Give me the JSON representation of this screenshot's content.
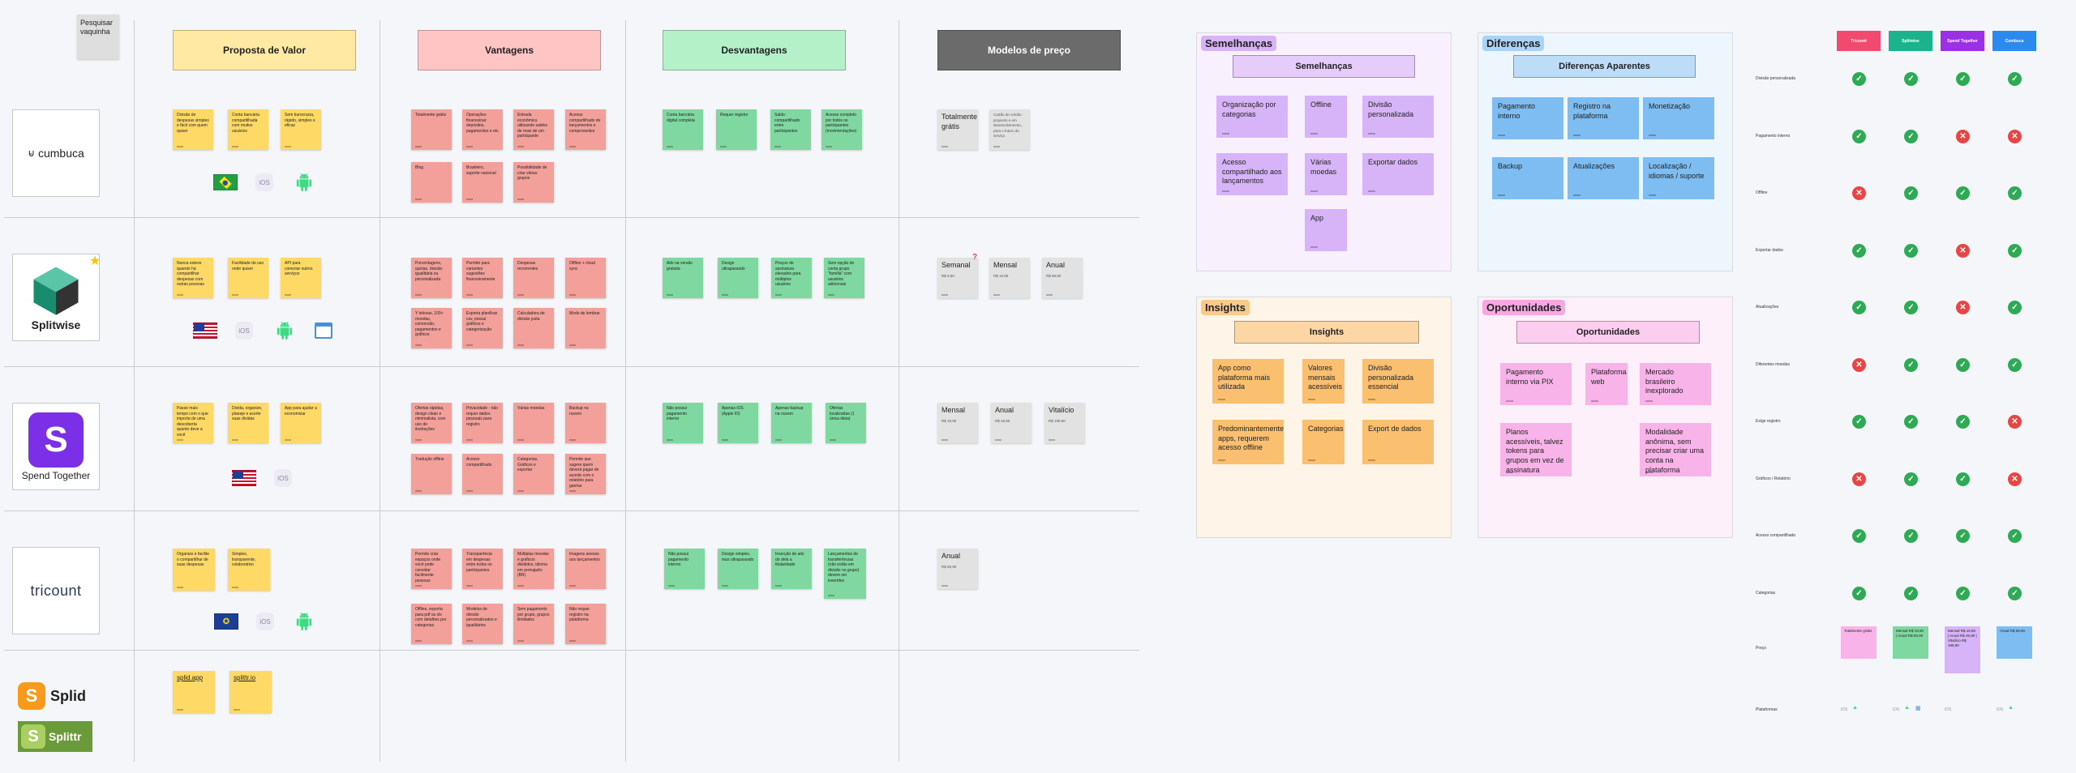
{
  "search_note": "Pesquisar vaquinha",
  "columns": [
    "Proposta de Valor",
    "Vantagens",
    "Desvantagens",
    "Modelos de preço"
  ],
  "colors": {
    "value": "#ffe9a3",
    "pros": "#ffc4c4",
    "cons": "#b4f1c8",
    "price": "#6b6b6b"
  },
  "apps": {
    "cumbuca": {
      "name": "cumbuca",
      "value": [
        "Divisão de despesas simples e fácil com quem quiser",
        "Conta bancária compartilhada com muitos usuários",
        "Sem burocracia, rápido, simples e eficaz"
      ],
      "pros": [
        "Totalmente grátis",
        "Operações financeiras: depósitos, pagamentos e etc",
        "Entrada econômica utilizando saldos de mais de um participante",
        "Acesso compartilhado de lançamentos e comprovantes",
        "Blog",
        "Brasileiro, suporte nacional",
        "Possibilidade de criar várias grupos"
      ],
      "cons": [
        "Conta bancária digital completa",
        "Requer registro",
        "Saldo compartilhado entre participantes",
        "Acesso completo por todos os participantes (movimentações)"
      ],
      "price": [
        {
          "title": "Totalmente grátis",
          "val": ""
        },
        {
          "title": "",
          "val": "Cartão de crédito proposto e em desenvolvimento, para o futuro do serviço"
        }
      ]
    },
    "splitwise": {
      "name": "Splitwise",
      "value": [
        "Nunca esteve quando há compartilhar despesas com outras pessoas",
        "Facilidade de uso onde quiser",
        "API para conectar outros serviços"
      ],
      "pros": [
        "Porcentagens, quotas, divisão igualitária ou personalizada",
        "Permite para variantes sugestões financeiramente",
        "Despesas recorrentes",
        "Offline + cloud sync",
        "Y telesas, 100+ moedas, conversão, pagamentos e gráficos",
        "Exporta planilhas csv, possui gráficos e categorização",
        "Calculadora de divisão justa",
        "Modo de lembrar"
      ],
      "cons": [
        "Ads na versão gratuita",
        "Design ultrapassado",
        "Preços de assinatura elevados para múltiplos usuários",
        "Sem opção de conta grupo \"família\" com usuários adicionais"
      ],
      "price": [
        {
          "title": "Semanal",
          "val": "R$ 9,90"
        },
        {
          "title": "Mensal",
          "val": "R$ 19,90"
        },
        {
          "title": "Anual",
          "val": "R$ 99,90"
        }
      ]
    },
    "spendtogether": {
      "name": "Spend Together",
      "value": [
        "Passe mais tempo com o que importa de uma descoberta quanto deve a você",
        "Divida, organize, planeje e acerte suas dívidas",
        "App para ajudar a economizar"
      ],
      "pros": [
        "Ofertas rápidas, design clean e minimalista, com uso de ilustrações",
        "Privacidade - não requer dados pessoais para registro",
        "Várias moedas",
        "Backup na nuvem",
        "Tradução offline",
        "Acesso compartilhado",
        "Categorias, Gráficos e exportar",
        "Permite que sugere quem deverá pagar de acordo com o relatório para ganhar"
      ],
      "cons": [
        "Não possui pagamento interno",
        "Apenas iOS (Apple ID)",
        "Apenas backup na nuvem",
        "Ofertas localizadas (1 única ideia)"
      ],
      "price": [
        {
          "title": "Mensal",
          "val": "R$ 19,90"
        },
        {
          "title": "Anual",
          "val": "R$ 49,90"
        },
        {
          "title": "Vitalício",
          "val": "R$ 199,90"
        }
      ]
    },
    "tricount": {
      "name": "tricount",
      "value": [
        "Organize e facilite o compartilhar de suas despesas",
        "Simples, transparente, colaborativo"
      ],
      "pros": [
        "Permite criar espaços onde você pode convidar facilmente pessoas",
        "Transparência em despesas entre todos os participantes",
        "Múltiplas moedas e gráficos divididos, idioma em português (BR)",
        "Imagens anexas aos lançamentos",
        "Offline, exporta para pdf ou xls com detalhes por categorias",
        "Modelos de divisão personalizados e igualitários",
        "Sem pagamento por grupo, grupos ilimitados",
        "Não requer registro na plataforma"
      ],
      "cons": [
        "Não possui pagamento interno",
        "Design simples, mas ultrapassado",
        "Inserção de ads do dela a titularidade",
        "Lançamentos de transferências (não estão em divisão no grupo) devem ser inseridos"
      ],
      "price": [
        {
          "title": "Anual",
          "val": "R$ 59,90"
        }
      ]
    },
    "splid": {
      "name": "Splid",
      "name2": "Splittr",
      "value": [
        "splid.app",
        "splittr.io"
      ]
    }
  },
  "similarities": {
    "tag": "Semelhanças",
    "bar": "Semelhanças",
    "cards": [
      "Organização por categorias",
      "Offline",
      "Divisão personalizada",
      "Acesso compartilhado aos lançamentos",
      "Várias moedas",
      "Exportar dados",
      "App"
    ]
  },
  "differences": {
    "tag": "Diferenças",
    "bar": "Diferenças Aparentes",
    "cards": [
      "Pagamento interno",
      "Registro na plataforma",
      "Monetização",
      "Backup",
      "Atualizações",
      "Localização / idiomas / suporte"
    ]
  },
  "insights": {
    "tag": "Insights",
    "bar": "Insights",
    "cards": [
      "App como plataforma mais utilizada",
      "Valores mensais acessíveis",
      "Divisão personalizada essencial",
      "Predominantemente apps, requerem acesso offline",
      "Categorias",
      "Export de dados"
    ]
  },
  "opportunities": {
    "tag": "Oportunidades",
    "bar": "Oportunidades",
    "cards": [
      "Pagamento interno via PIX",
      "Plataforma web",
      "Mercado brasileiro inexplorado",
      "Planos acessíveis, talvez tokens para grupos em vez de assinatura",
      "Modalidade anônima, sem precisar criar uma conta na plataforma"
    ]
  },
  "matrix": {
    "brands": [
      {
        "name": "Tricount",
        "color": "#f2496f"
      },
      {
        "name": "Splitwise",
        "color": "#1bb38b"
      },
      {
        "name": "Spend Together",
        "color": "#9b30e6"
      },
      {
        "name": "Cumbuca",
        "color": "#2b8af0"
      }
    ],
    "rows": [
      {
        "label": "Divisão personalizada",
        "v": [
          1,
          1,
          1,
          1
        ]
      },
      {
        "label": "Pagamento interno",
        "v": [
          1,
          1,
          0,
          0
        ]
      },
      {
        "label": "Offline",
        "v": [
          0,
          1,
          1,
          1
        ]
      },
      {
        "label": "Exportar dados",
        "v": [
          1,
          1,
          0,
          1
        ]
      },
      {
        "label": "Atualizações",
        "v": [
          1,
          1,
          0,
          1
        ]
      },
      {
        "label": "Diferentes moedas",
        "v": [
          0,
          1,
          1,
          1
        ]
      },
      {
        "label": "Exige registro",
        "v": [
          1,
          1,
          1,
          0
        ]
      },
      {
        "label": "Gráficos / Relatório",
        "v": [
          0,
          1,
          1,
          0
        ]
      },
      {
        "label": "Acesso compartilhado",
        "v": [
          1,
          1,
          1,
          1
        ]
      },
      {
        "label": "Categorias",
        "v": [
          1,
          1,
          1,
          1
        ]
      }
    ],
    "price_label": "Preço",
    "prices": [
      "Totalmente grátis",
      "Mensal R$ 19,90 | Anual R$ 59,90",
      "Mensal R$ 19,90 | Anual R$ 49,90 | Vitalício R$ 199,90",
      "Anual R$ 59,90"
    ],
    "platforms_label": "Plataformas"
  }
}
